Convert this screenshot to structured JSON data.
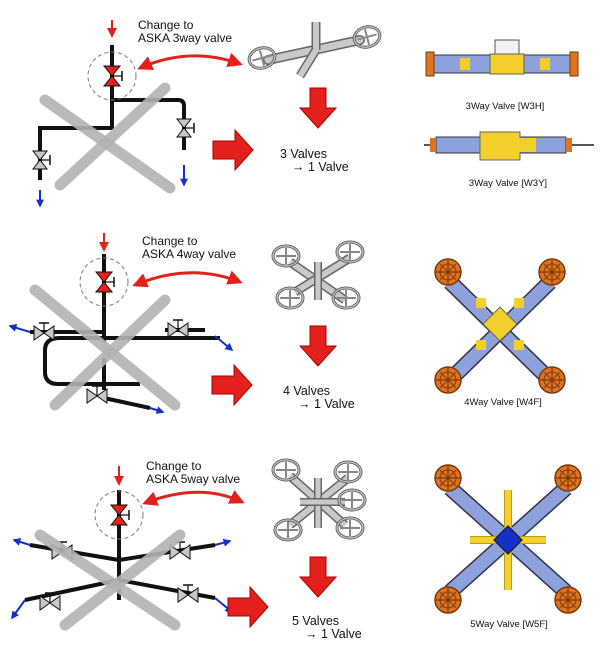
{
  "rows": [
    {
      "note_line1": "Change to",
      "note_line2": "ASKA 3way valve",
      "count_line1": "3 Valves",
      "count_line2": "→ 1 Valve",
      "caption_a": "3Way Valve [W3H]",
      "caption_b": "3Way Valve [W3Y]"
    },
    {
      "note_line1": "Change to",
      "note_line2": "ASKA 4way valve",
      "count_line1": "4 Valves",
      "count_line2": "→ 1 Valve",
      "caption_a": "4Way Valve [W4F]"
    },
    {
      "note_line1": "Change to",
      "note_line2": "ASKA 5way valve",
      "count_line1": "5 Valves",
      "count_line2": "→ 1 Valve",
      "caption_a": "5Way Valve [W5F]"
    }
  ],
  "colors": {
    "arrow_red": "#e3201b",
    "flow_blue": "#1530c8",
    "pipe": "#111111",
    "cross_gray": "#b3b3b3",
    "valve_gray": "#c8c8c8",
    "handwheel_orange": "#e0731e",
    "body_blue": "#8da2dc",
    "body_yellow": "#f2cf2a"
  }
}
